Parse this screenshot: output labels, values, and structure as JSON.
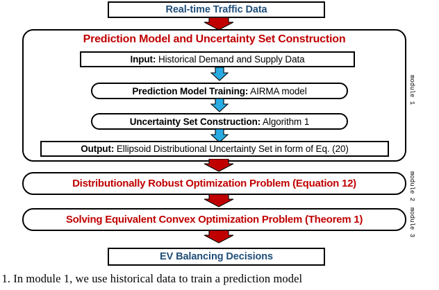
{
  "figure": {
    "top_box": {
      "label": "Real-time Traffic Data",
      "color": "#1f4e79"
    },
    "module1": {
      "side_label": "module 1",
      "heading": "Prediction Model and Uncertainty Set Construction",
      "heading_color": "#c00000",
      "steps": [
        {
          "name": "input-box",
          "bold": "Input:",
          "rest": " Historical Demand and Supply Data",
          "shape": "rect"
        },
        {
          "name": "prediction-model-training-box",
          "bold": "Prediction Model Training:",
          "rest": " AIRMA model",
          "shape": "round"
        },
        {
          "name": "uncertainty-set-construction-box",
          "bold": "Uncertainty Set Construction:",
          "rest": " Algorithm 1",
          "shape": "round"
        },
        {
          "name": "output-box",
          "bold": "Output:",
          "rest": " Ellipsoid Distributional Uncertainty Set in form of Eq. (20)",
          "shape": "rect"
        }
      ]
    },
    "module2": {
      "side_label": "module 2",
      "label": "Distributionally Robust Optimization Problem (Equation 12)",
      "color": "#c00000"
    },
    "module3": {
      "side_label": "module 3",
      "label": "Solving Equivalent Convex Optimization Problem (Theorem 1)",
      "color": "#c00000"
    },
    "bottom_box": {
      "label": "EV Balancing Decisions",
      "color": "#1f4e79"
    },
    "arrows": {
      "red_color": "#c00000",
      "blue_color": "#29ABE2"
    },
    "caption": ". 1.   In module 1, we use historical data to train a prediction model"
  }
}
